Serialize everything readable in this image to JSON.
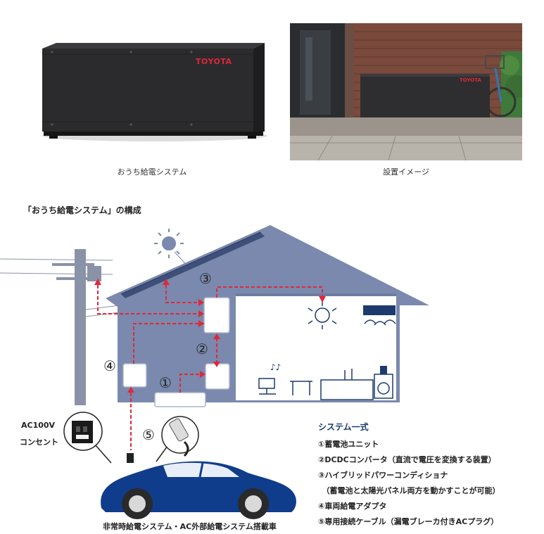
{
  "photos": {
    "left": {
      "brand": "TOYOTA",
      "caption": "おうち給電システム"
    },
    "right": {
      "brand": "TOYOTA",
      "caption": "設置イメージ"
    }
  },
  "section_title": "「おうち給電システム」の構成",
  "diagram": {
    "markers": [
      "①",
      "②",
      "③",
      "④",
      "⑤"
    ],
    "outlet_label_line1": "AC100V",
    "outlet_label_line2": "コンセント",
    "car_label": "非常時給電システム・AC外部給電システム搭載車",
    "colors": {
      "house": "#7a89ad",
      "house_inner": "#ffffff",
      "car": "#0f3d8c",
      "arrow": "#e0283a",
      "line": "#1c3a6e",
      "pole": "#8a92a8"
    }
  },
  "legend": {
    "title": "システム一式",
    "items": [
      "①蓄電池ユニット",
      "②DCDCコンバータ（直流で電圧を変換する装置）",
      "③ハイブリッドパワーコンディショナ",
      "　（蓄電池と太陽光パネル両方を動かすことが可能）",
      "④車両給電アダプタ",
      "⑤専用接続ケーブル（漏電ブレーカ付きACプラグ）"
    ]
  }
}
